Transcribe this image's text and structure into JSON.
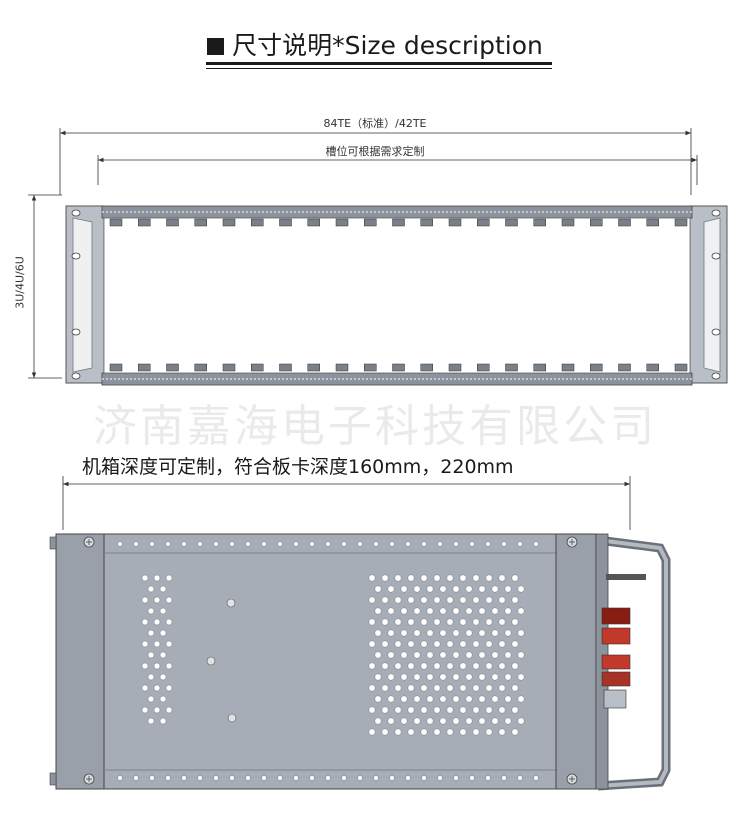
{
  "header": {
    "title": "尺寸说明*Size description"
  },
  "front_view": {
    "width_label": "84TE（标准）/42TE",
    "slot_label": "槽位可根据需求定制",
    "height_label": "3U/4U/6U",
    "slot_count": 21
  },
  "watermark": "济南嘉海电子科技有限公司",
  "side_view": {
    "depth_label": "机箱深度可定制，符合板卡深度160mm，220mm"
  },
  "colors": {
    "panel_fill": "#a7adb6",
    "panel_dark": "#6b7079",
    "frame_fill": "#b4bac2",
    "dimension_line": "#333333",
    "connector_red": "#c0392b"
  }
}
